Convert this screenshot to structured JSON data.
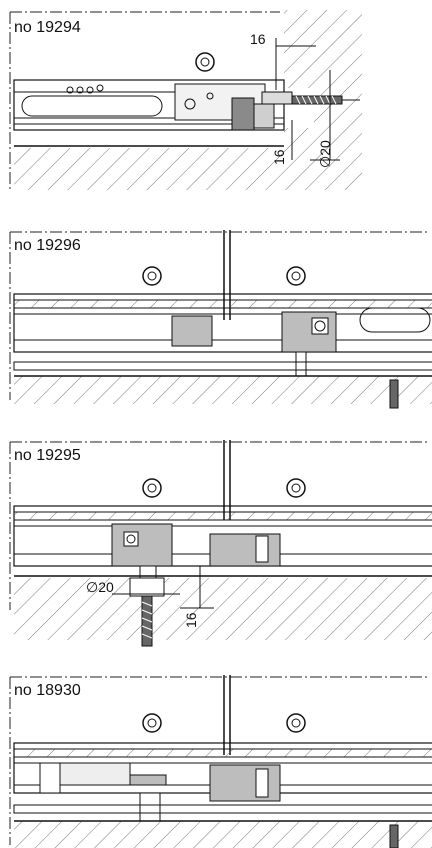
{
  "panels": [
    {
      "label": "no 19294",
      "dims": {
        "top": "16",
        "side": "16",
        "dia": "∅20"
      }
    },
    {
      "label": "no 19296"
    },
    {
      "label": "no 19295",
      "dims": {
        "dia": "∅20",
        "side": "16"
      }
    },
    {
      "label": "no 18930"
    }
  ],
  "colors": {
    "line": "#1a1a1a",
    "fill_grey": "#bdbdbd",
    "fill_dark": "#7a7a7a",
    "hatch": "#333333"
  }
}
